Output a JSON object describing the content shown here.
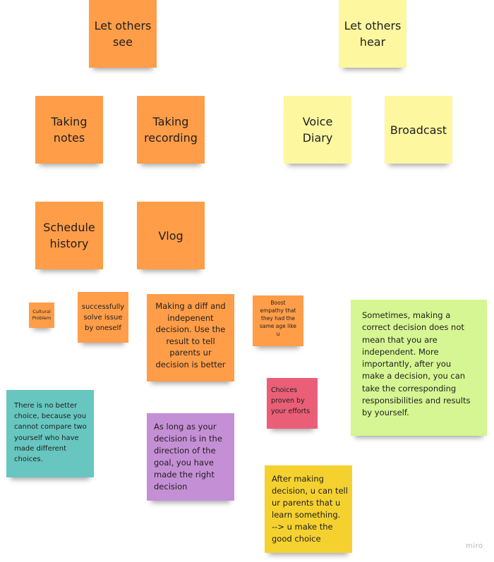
{
  "board": {
    "notes": {
      "let_others_see": "Let others\nsee",
      "let_others_hear": "Let others\nhear",
      "taking_notes": "Taking\nnotes",
      "taking_recording": "Taking\nrecording",
      "voice_diary": "Voice\nDiary",
      "broadcast": "Broadcast",
      "schedule_history": "Schedule\nhistory",
      "vlog": "Vlog",
      "cultural_problem": "Cultural\nProblem",
      "successfully_solve": "successfully\nsolve issue\nby oneself",
      "making_diff": "Making a diff and\nindepenent\ndecision. Use the\nresult to tell\nparents ur\ndecision is better",
      "boost_empathy": "Boost\nempathy that\nthey had the\nsame age like\nu",
      "sometimes": "Sometimes, making a\ncorrect decision does not\nmean that you are\nindependent. More\nimportantly, after you\nmake a decision, you can\ntake the corresponding\nresponsibilities and results\nby yourself.",
      "no_better_choice": "There is no better\nchoice, because you\ncannot compare two\nyourself who have\nmade different\nchoices.",
      "choices_proven": "Choices\nproven by\nyour efforts",
      "as_long_as": "As long as your\ndecision is in the\ndirection of the\ngoal, you have\nmade the right\ndecision",
      "after_making": "After making\ndecision, u can tell\nur parents that u\nlearn something.\n--> u make the\ngood choice"
    },
    "colors": {
      "orange": "#ff9d48",
      "yellow": "#fdf7a0",
      "green": "#d5f692",
      "teal": "#67c6c0",
      "purple": "#c58fd6",
      "pink": "#ea5f77",
      "gold": "#f5d130"
    },
    "watermark": "miro"
  }
}
